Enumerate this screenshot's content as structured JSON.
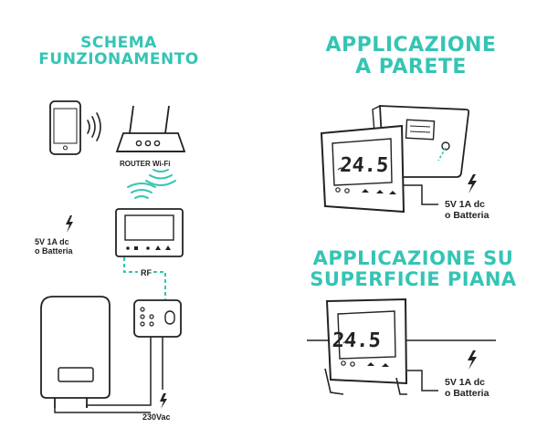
{
  "left": {
    "title_line1": "SCHEMA",
    "title_line2": "FUNZIONAMENTO",
    "router_label": "ROUTER Wi-Fi",
    "power_label_line1": "5V 1A dc",
    "power_label_line2": "o Batteria",
    "rf_label": "RF",
    "mains_label": "230Vac"
  },
  "right_top": {
    "title_line1": "APPLICAZIONE",
    "title_line2": "A PARETE",
    "display": "24.5",
    "power_label_line1": "5V 1A dc",
    "power_label_line2": "o Batteria"
  },
  "right_bottom": {
    "title_line1": "APPLICAZIONE SU",
    "title_line2": "SUPERFICIE PIANA",
    "display": "24.5",
    "power_label_line1": "5V 1A dc",
    "power_label_line2": "o Batteria"
  },
  "colors": {
    "accent": "#35c4b4",
    "line": "#222222",
    "device_fill": "#ffffff",
    "rf_dash": "#35c4b4"
  },
  "icons": [
    "smartphone-icon",
    "router-icon",
    "wifi-waves-icon",
    "lightning-bolt-icon",
    "thermostat-icon",
    "relay-receiver-icon",
    "boiler-icon"
  ]
}
